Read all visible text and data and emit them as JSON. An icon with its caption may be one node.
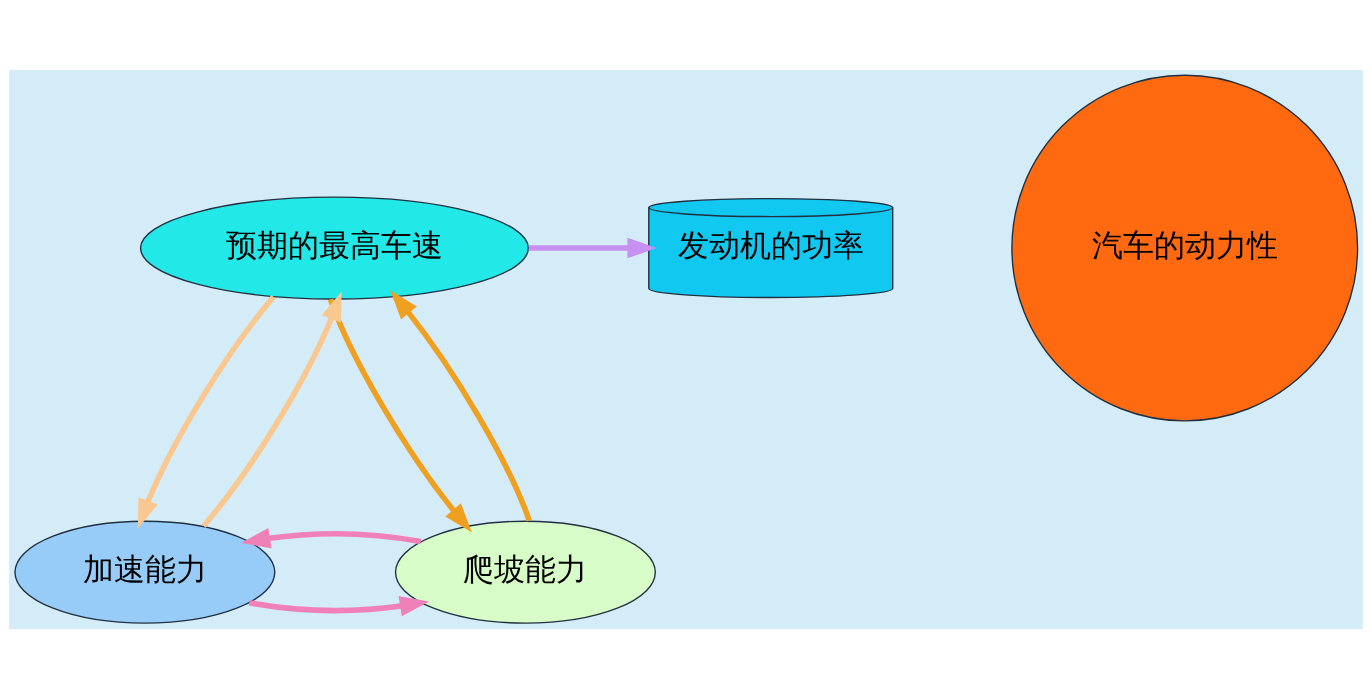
{
  "diagram": {
    "nodes": [
      {
        "text": [
          "预期的最高车速"
        ]
      },
      {
        "text": [
          "发动机的功率"
        ]
      },
      {
        "text": [
          "汽车的动力性"
        ]
      },
      {
        "text": [
          "加速能力"
        ]
      },
      {
        "text": [
          "爬坡能力"
        ]
      }
    ],
    "edges": [
      {
        "from": 0,
        "to": 1,
        "arrow": "to",
        "color": "#c890f0"
      },
      {
        "from": 3,
        "to": 0,
        "arrow": "to",
        "color": "#f8c890"
      },
      {
        "from": 0,
        "to": 3,
        "arrow": "to",
        "color": "#f8c890"
      },
      {
        "from": 4,
        "to": 0,
        "arrow": "to",
        "color": "#f0a020"
      },
      {
        "from": 0,
        "to": 4,
        "arrow": "to",
        "color": "#f0a020"
      },
      {
        "from": 3,
        "to": 4,
        "arrow": "to",
        "color": "#f080b8"
      },
      {
        "from": 4,
        "to": 3,
        "arrow": "to",
        "color": "#f080b8"
      }
    ]
  }
}
